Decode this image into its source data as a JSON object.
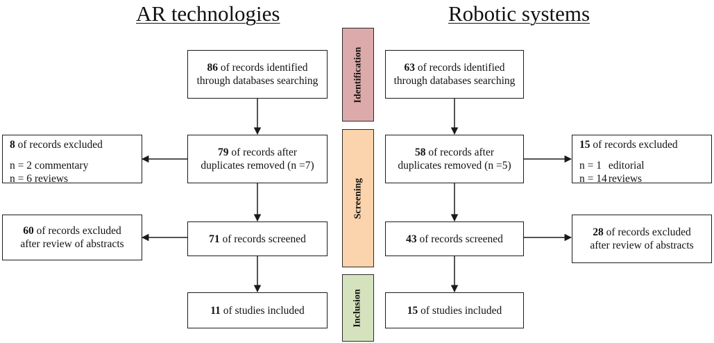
{
  "headings": {
    "left": "AR technologies",
    "right": "Robotic systems"
  },
  "stages": [
    {
      "label": "Identification",
      "color": "#dcaaaa"
    },
    {
      "label": "Screening",
      "color": "#fbd3ac"
    },
    {
      "label": "Inclusion",
      "color": "#d4e3bd"
    }
  ],
  "left": {
    "identified": {
      "num": "86",
      "text1": " of records identified",
      "text2": "through databases searching"
    },
    "after_dup": {
      "num": "79",
      "text1": " of records after",
      "text2": "duplicates removed (n =7)"
    },
    "screened": {
      "num": "71",
      "text": " of records screened"
    },
    "included": {
      "num": "11",
      "text": " of studies included"
    },
    "excluded_dup": {
      "num": "8",
      "text": " of records excluded",
      "items": [
        {
          "count": "n = 2",
          "reason": "commentary"
        },
        {
          "count": "n = 6",
          "reason": "reviews"
        }
      ]
    },
    "excluded_abs": {
      "num": "60",
      "text1": " of records excluded",
      "text2": "after review of abstracts"
    }
  },
  "right": {
    "identified": {
      "num": "63",
      "text1": " of records identified",
      "text2": "through databases searching"
    },
    "after_dup": {
      "num": "58",
      "text1": " of records after",
      "text2": "duplicates removed (n =5)"
    },
    "screened": {
      "num": "43",
      "text": " of records screened"
    },
    "included": {
      "num": "15",
      "text": " of studies included"
    },
    "excluded_dup": {
      "num": "15",
      "text": " of records excluded",
      "items": [
        {
          "count": "n = 1",
          "reason": "editorial"
        },
        {
          "count": "n = 14",
          "reason": "reviews"
        }
      ]
    },
    "excluded_abs": {
      "num": "28",
      "text1": " of records excluded",
      "text2": "after review of abstracts"
    }
  }
}
